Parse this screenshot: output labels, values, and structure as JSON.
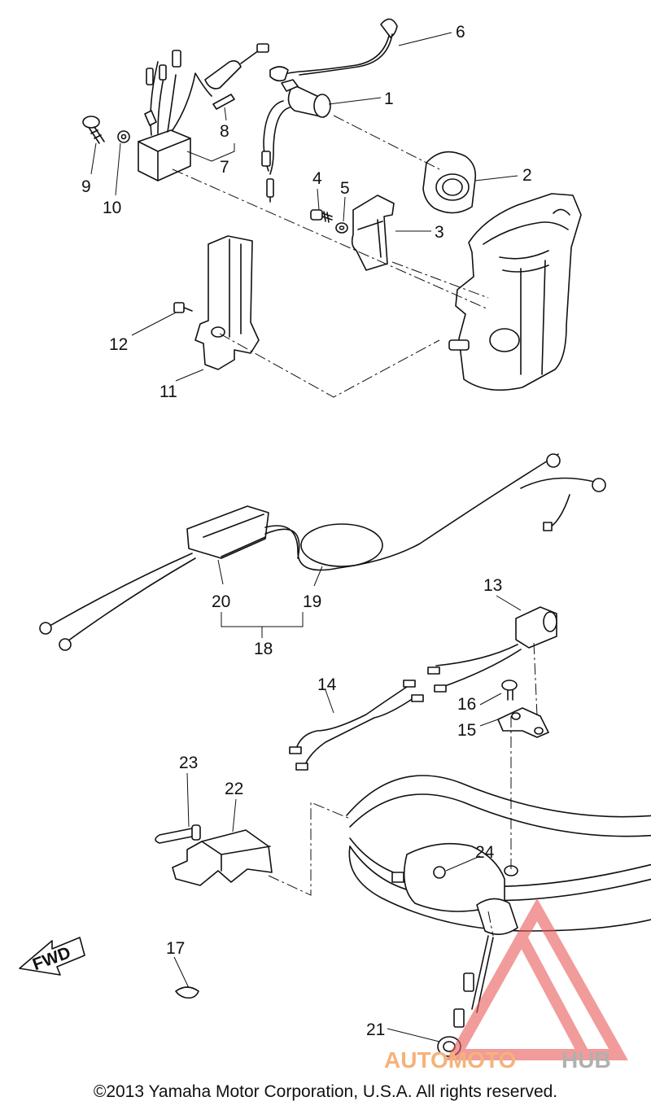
{
  "callouts": [
    {
      "id": "c1",
      "text": "1"
    },
    {
      "id": "c2",
      "text": "2"
    },
    {
      "id": "c3",
      "text": "3"
    },
    {
      "id": "c4",
      "text": "4"
    },
    {
      "id": "c5",
      "text": "5"
    },
    {
      "id": "c6",
      "text": "6"
    },
    {
      "id": "c7",
      "text": "7"
    },
    {
      "id": "c8",
      "text": "8"
    },
    {
      "id": "c9",
      "text": "9"
    },
    {
      "id": "c10",
      "text": "10"
    },
    {
      "id": "c11",
      "text": "11"
    },
    {
      "id": "c12",
      "text": "12"
    },
    {
      "id": "c13",
      "text": "13"
    },
    {
      "id": "c14",
      "text": "14"
    },
    {
      "id": "c15",
      "text": "15"
    },
    {
      "id": "c16",
      "text": "16"
    },
    {
      "id": "c17",
      "text": "17"
    },
    {
      "id": "c18",
      "text": "18"
    },
    {
      "id": "c19",
      "text": "19"
    },
    {
      "id": "c20",
      "text": "20"
    },
    {
      "id": "c21",
      "text": "21"
    },
    {
      "id": "c22",
      "text": "22"
    },
    {
      "id": "c23",
      "text": "23"
    },
    {
      "id": "c24",
      "text": "24"
    }
  ],
  "direction_label": "FWD",
  "watermark": {
    "text_a": "AUTOMOTO",
    "text_b": "HUB",
    "color_a": "#f5b27a",
    "color_b": "#b0b0b0",
    "logo_color": "#e85a5a"
  },
  "copyright": "©2013 Yamaha Motor Corporation, U.S.A. All rights reserved."
}
